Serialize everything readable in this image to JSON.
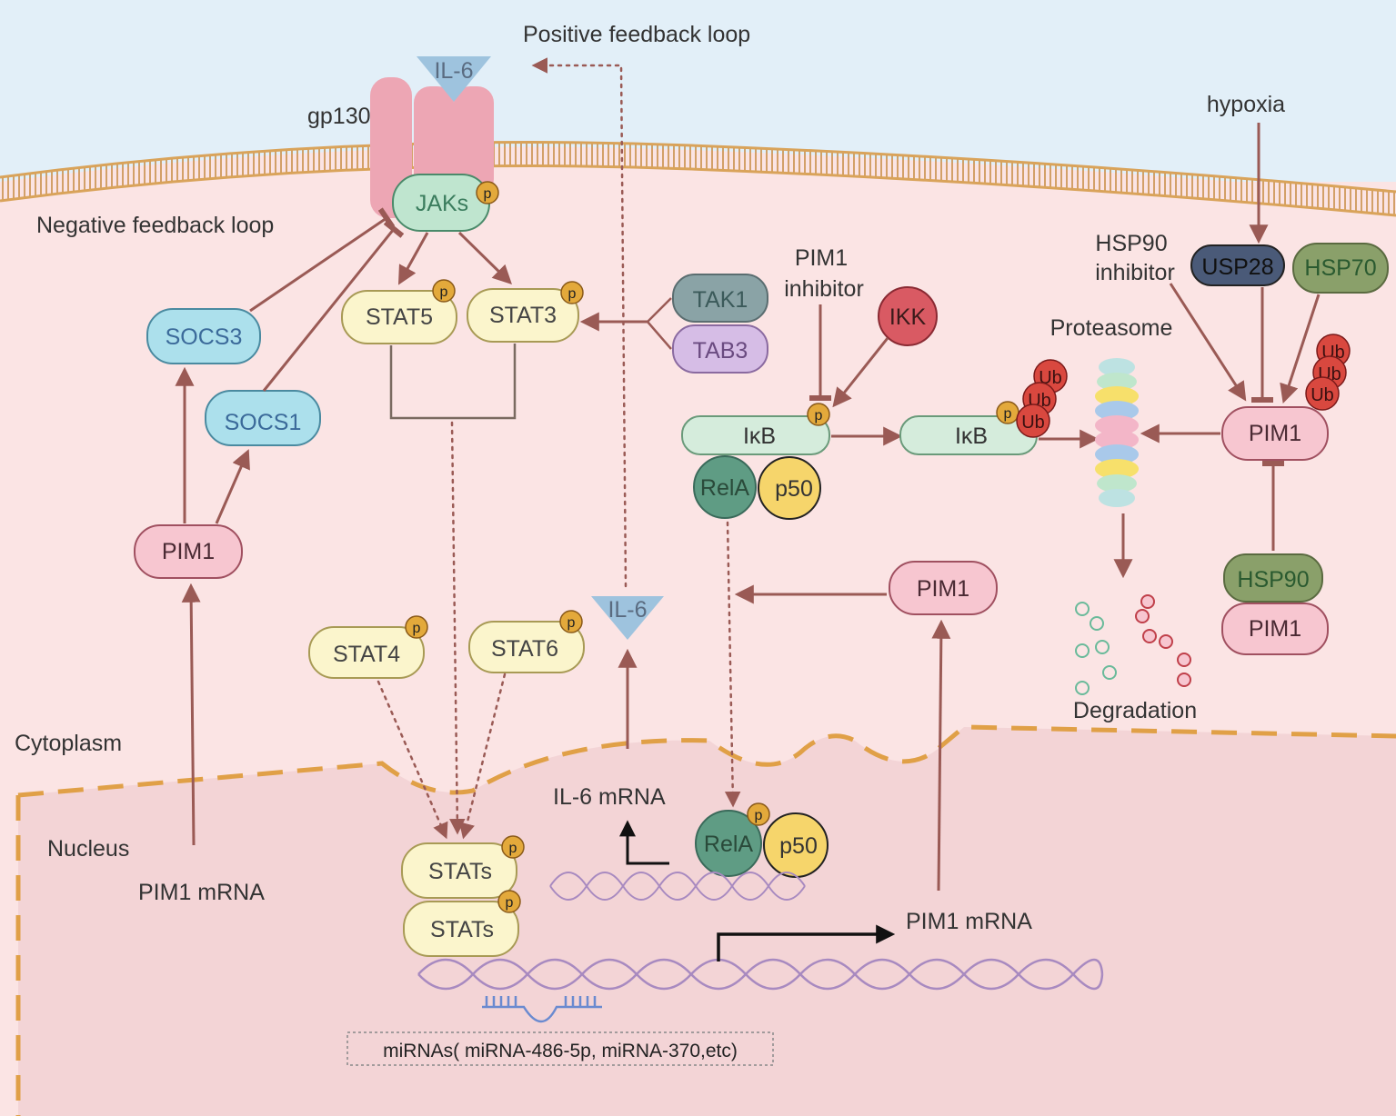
{
  "labels": {
    "positive_loop": "Positive feedback loop",
    "negative_loop": "Negative feedback loop",
    "gp130": "gp130",
    "il6_top": "IL-6",
    "il6_mid": "IL-6",
    "hypoxia": "hypoxia",
    "hsp90_inhibitor_1": "HSP90",
    "hsp90_inhibitor_2": "inhibitor",
    "pim1_inhibitor_1": "PIM1",
    "pim1_inhibitor_2": "inhibitor",
    "proteasome": "Proteasome",
    "degradation": "Degradation",
    "cytoplasm": "Cytoplasm",
    "nucleus": "Nucleus",
    "pim1_mrna_left": "PIM1 mRNA",
    "pim1_mrna_right": "PIM1 mRNA",
    "il6_mrna": "IL-6 mRNA",
    "mirnas": "miRNAs( miRNA-486-5p, miRNA-370,etc)"
  },
  "molecules": {
    "jaks": "JAKs",
    "stat5": "STAT5",
    "stat3": "STAT3",
    "stat4": "STAT4",
    "stat6": "STAT6",
    "stats_1": "STATs",
    "stats_2": "STATs",
    "socs3": "SOCS3",
    "socs1": "SOCS1",
    "pim1_left": "PIM1",
    "pim1_center": "PIM1",
    "pim1_right": "PIM1",
    "pim1_bottom": "PIM1",
    "tak1": "TAK1",
    "tab3": "TAB3",
    "ikk": "IKK",
    "ikb_1": "IκB",
    "ikb_2": "IκB",
    "rela_1": "RelA",
    "rela_2": "RelA",
    "p50_1": "p50",
    "p50_2": "p50",
    "usp28": "USP28",
    "hsp70": "HSP70",
    "hsp90": "HSP90",
    "phospho": "p",
    "ub": "Ub"
  },
  "colors": {
    "membrane": "#d9a35a",
    "extracellular": "#e2eff8",
    "cytoplasm": "#fbe4e4",
    "nucleus": "#f3d4d6",
    "nuclear_border": "#e0a047",
    "arrow": "#9a5a55"
  }
}
